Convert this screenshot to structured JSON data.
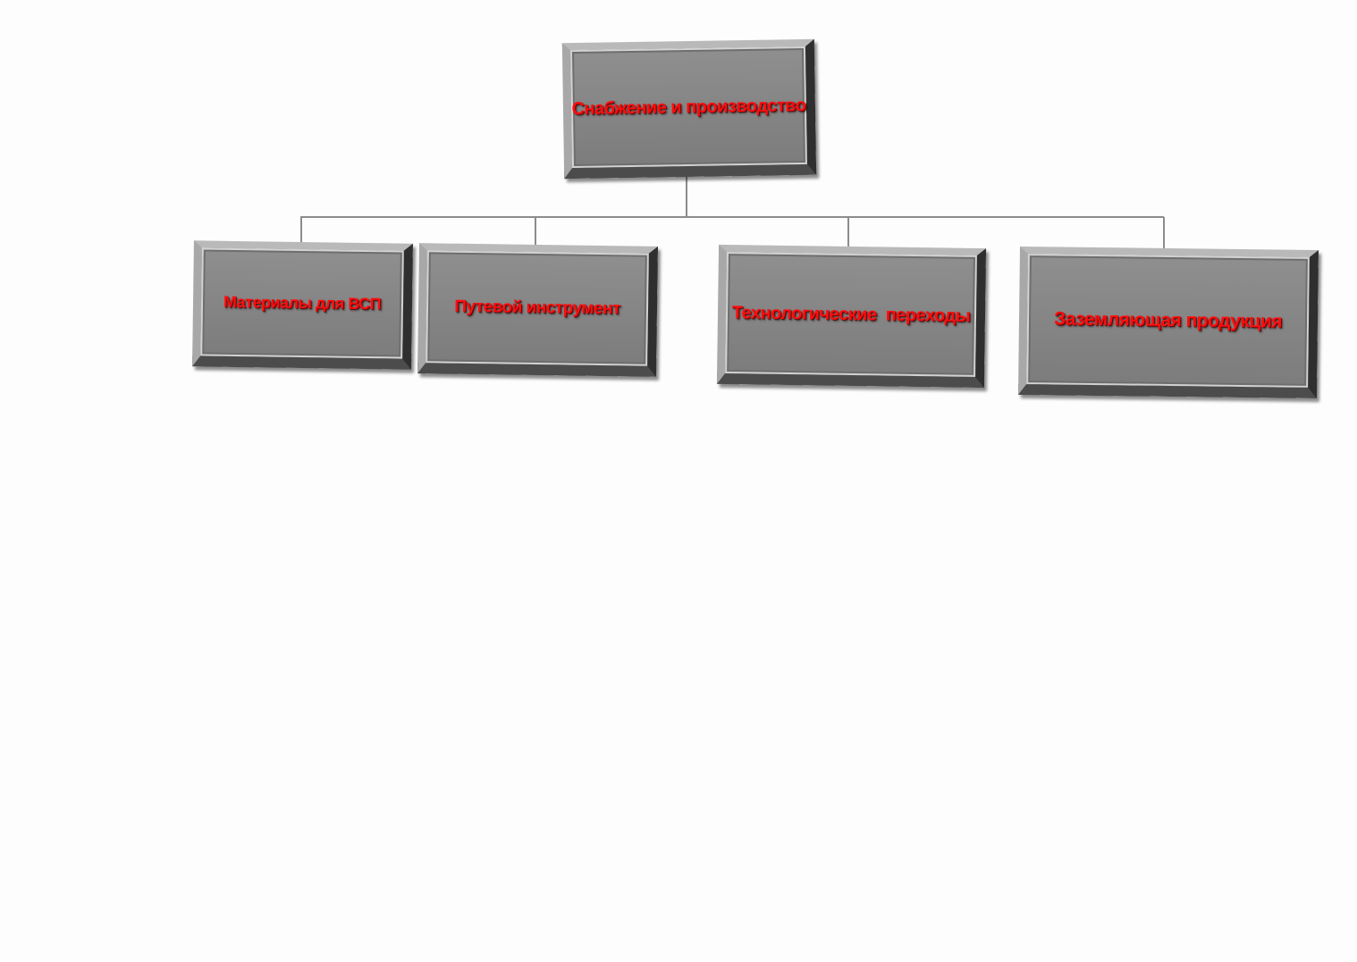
{
  "diagram": {
    "type": "org-chart",
    "root": {
      "label": "Снабжение и производство"
    },
    "children": [
      {
        "label": "Материалы для ВСП"
      },
      {
        "label": "Путевой инструмент"
      },
      {
        "label": "Технологические  переходы"
      },
      {
        "label": "Заземляющая продукция"
      }
    ],
    "colors": {
      "box_fill": "#888888",
      "text": "#ff0d0d",
      "connector": "#8c8c8c",
      "background": "#fdfdfd"
    }
  }
}
